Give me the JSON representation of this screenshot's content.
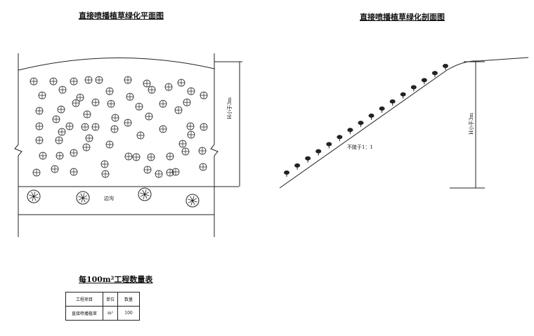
{
  "plan": {
    "title": "直接喷播植草绿化平面图",
    "ditch_label": "边沟",
    "height_label": "H小于3m"
  },
  "section": {
    "title": "直接喷播植草绿化剖面图",
    "slope_label": "不陡于1：1",
    "height_label": "H小于3m"
  },
  "quantity_table": {
    "title": "每100m²工程数量表",
    "headers": [
      "工程项目",
      "单位",
      "数量"
    ],
    "rows": [
      [
        "直接喷播植草",
        "m²",
        "100"
      ]
    ]
  }
}
